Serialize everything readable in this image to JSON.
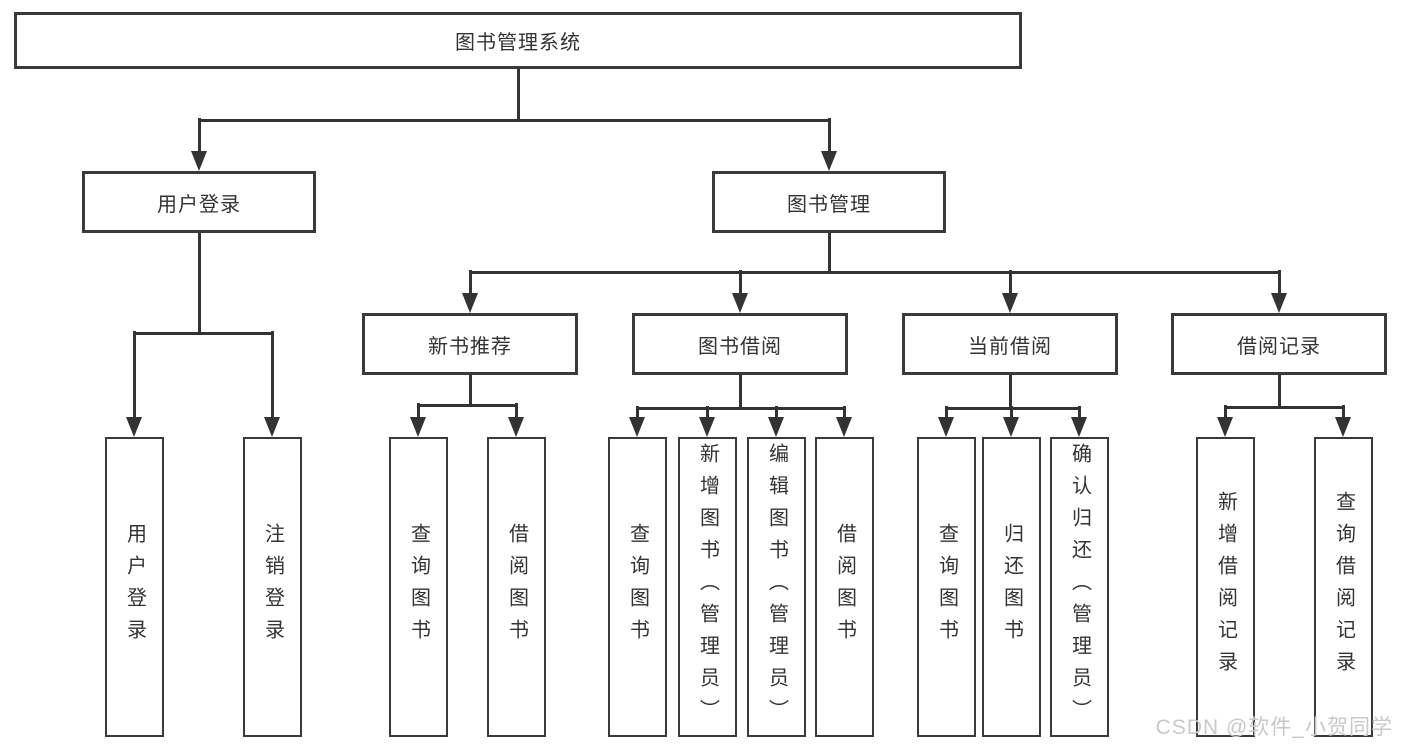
{
  "diagram": {
    "type": "hierarchy-tree",
    "colors": {
      "line": "#333333",
      "box_border": "#3a3a3a",
      "box_background": "#ffffff",
      "text": "#333333",
      "watermark_text": "#c9c9c9",
      "page_background": "#ffffff"
    },
    "tree": {
      "label": "图书管理系统",
      "children": [
        {
          "label": "用户登录",
          "children": [
            {
              "label": "用户登录"
            },
            {
              "label": "注销登录"
            }
          ]
        },
        {
          "label": "图书管理",
          "children": [
            {
              "label": "新书推荐",
              "children": [
                {
                  "label": "查询图书"
                },
                {
                  "label": "借阅图书"
                }
              ]
            },
            {
              "label": "图书借阅",
              "children": [
                {
                  "label": "查询图书"
                },
                {
                  "label": "新增图书（管理员）"
                },
                {
                  "label": "编辑图书（管理员）"
                },
                {
                  "label": "借阅图书"
                }
              ]
            },
            {
              "label": "当前借阅",
              "children": [
                {
                  "label": "查询图书"
                },
                {
                  "label": "归还图书"
                },
                {
                  "label": "确认归还（管理员）"
                }
              ]
            },
            {
              "label": "借阅记录",
              "children": [
                {
                  "label": "新增借阅记录"
                },
                {
                  "label": "查询借阅记录"
                }
              ]
            }
          ]
        }
      ]
    },
    "watermark": {
      "text": "CSDN @软件_小贺同学"
    }
  }
}
